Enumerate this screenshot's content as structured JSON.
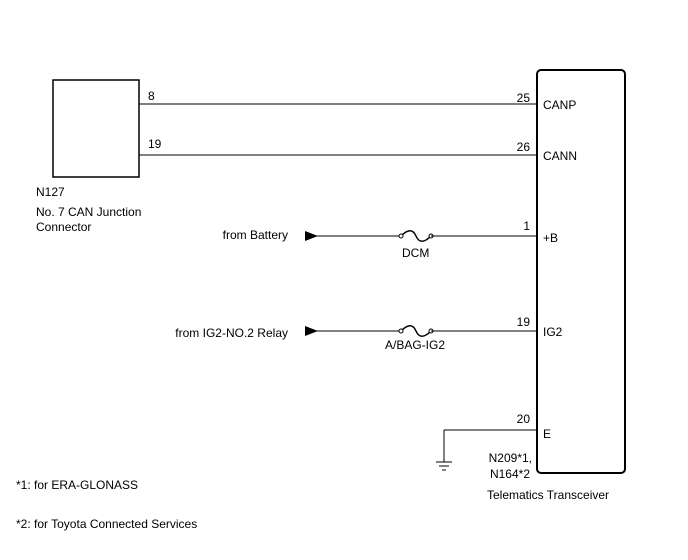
{
  "junction_connector": {
    "code": "N127",
    "name_line1": "No. 7 CAN Junction",
    "name_line2": "Connector",
    "pins": {
      "canp": "8",
      "cann": "19"
    }
  },
  "transceiver": {
    "code_line1": "N209*1,",
    "code_line2": "N164*2",
    "name": "Telematics Transceiver",
    "pins": [
      {
        "num": "25",
        "label": "CANP"
      },
      {
        "num": "26",
        "label": "CANN"
      },
      {
        "num": "1",
        "label": "+B"
      },
      {
        "num": "19",
        "label": "IG2"
      },
      {
        "num": "20",
        "label": "E"
      }
    ]
  },
  "sources": {
    "battery": "from Battery",
    "ig2_relay": "from IG2-NO.2 Relay"
  },
  "fuses": {
    "dcm": "DCM",
    "abag": "A/BAG-IG2"
  },
  "footnotes": {
    "note1": "*1: for ERA-GLONASS",
    "note2": "*2: for Toyota Connected Services"
  }
}
